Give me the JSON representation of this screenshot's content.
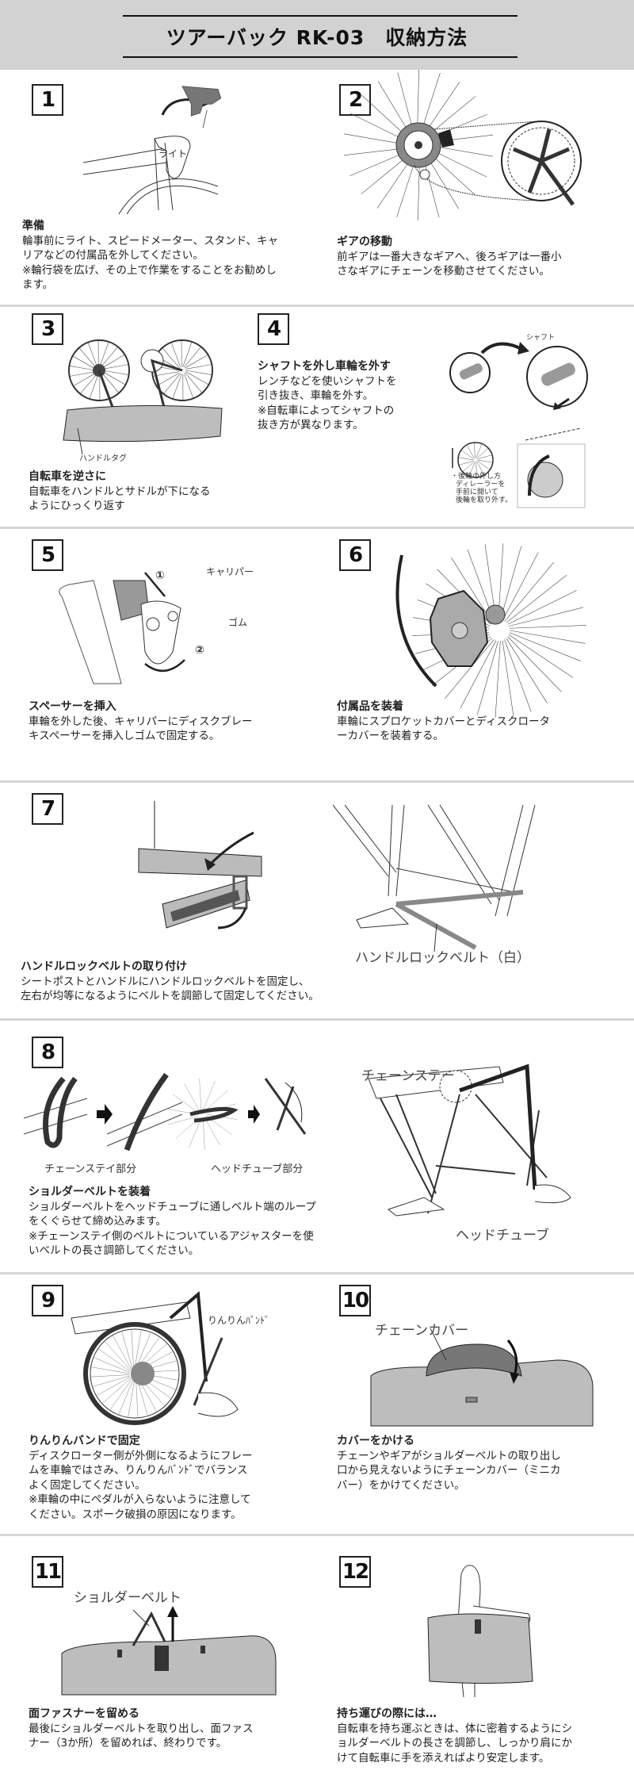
{
  "title": "ツアーバック RK-03　収納方法",
  "steps": [
    {
      "num": "1",
      "heading": "準備",
      "body": [
        "輪事前にライト、スピードメーター、スタンド、キャ",
        "リアなどの付属品を外してください。",
        "※輪行袋を広げ、その上で作業をすることをお勧めし",
        "ます。"
      ],
      "labels": [
        "ライト"
      ]
    },
    {
      "num": "2",
      "heading": "ギアの移動",
      "body": [
        "前ギアは一番大きなギアへ、後ろギアは一番小",
        "さなギアにチェーンを移動させてください。"
      ],
      "labels": []
    },
    {
      "num": "3",
      "heading": "自転車を逆さに",
      "body": [
        "自転車をハンドルとサドルが下になる",
        "ようにひっくり返す"
      ],
      "labels": [
        "ハンドルタグ"
      ]
    },
    {
      "num": "4",
      "heading": "シャフトを外し車輪を外す",
      "body": [
        "レンチなどを使いシャフトを",
        "引き抜き、車輪を外す。",
        "※自転車によってシャフトの",
        "抜き方が異なります。"
      ],
      "labels": [
        "シャフト",
        "・後輪の外し方",
        "ディレーラーを",
        "手前に開いて",
        "後輪を取り外す。"
      ]
    },
    {
      "num": "5",
      "heading": "スペーサーを挿入",
      "body": [
        "車輪を外した後、キャリパーにディスクブレー",
        "キスペーサーを挿入しゴムで固定する。"
      ],
      "labels": [
        "キャリパー",
        "ゴム",
        "①",
        "②"
      ]
    },
    {
      "num": "6",
      "heading": "付属品を装着",
      "body": [
        "車輪にスプロケットカバーとディスクロータ",
        "ーカバーを装着する。"
      ],
      "labels": []
    },
    {
      "num": "7",
      "heading": "ハンドルロックベルトの取り付け",
      "body": [
        "シートポストとハンドルにハンドルロックベルトを固定し、",
        "左右が均等になるようにベルトを調節して固定してください。"
      ],
      "labels": [
        "ハンドルロックベルト（白）"
      ]
    },
    {
      "num": "8",
      "heading": "ショルダーベルトを装着",
      "body": [
        "ショルダーベルトをヘッドチューブに通しベルト端のループ",
        "をくぐらせて締め込みます。",
        "※チェーンステイ側のベルトについているアジャスターを使",
        "いベルトの長さ調節してください。"
      ],
      "labels": [
        "チェーンステイ部分",
        "ヘッドチューブ部分",
        "チェーンステー",
        "ヘッドチューブ"
      ]
    },
    {
      "num": "9",
      "heading": "りんりんバンドで固定",
      "body": [
        "ディスクローター側が外側になるようにフレー",
        "ムを車輪ではさみ、りんりんﾊﾞﾝﾄﾞでバランス",
        "よく固定してください。",
        "※車輪の中にペダルが入らないように注意して",
        "ください。スポーク破損の原因になります。"
      ],
      "labels": [
        "りんりんﾊﾞﾝﾄﾞ"
      ]
    },
    {
      "num": "10",
      "heading": "カバーをかける",
      "body": [
        "チェーンやギアがショルダーベルトの取り出し",
        "口から見えないようにチェーンカバー（ミニカ",
        "バー）をかけてください。"
      ],
      "labels": [
        "チェーンカバー"
      ]
    },
    {
      "num": "11",
      "heading": "面ファスナーを留める",
      "body": [
        "最後にショルダーベルトを取り出し、面ファス",
        "ナー（3か所）を留めれば、終わりです。"
      ],
      "labels": [
        "ショルダーベルト"
      ]
    },
    {
      "num": "12",
      "heading": "持ち運びの際には…",
      "body": [
        "自転車を持ち運ぶときは、体に密着するようにシ",
        "ョルダーベルトの長さを調節し、しっかり肩にか",
        "けて自転車に手を添えればより安定します。"
      ],
      "labels": []
    }
  ],
  "colors": {
    "header_bg": "#d2d2d2",
    "bag_gray": "#bdbdbd",
    "dark_gray": "#6a6a6a",
    "divider": "#d6d6d6"
  }
}
